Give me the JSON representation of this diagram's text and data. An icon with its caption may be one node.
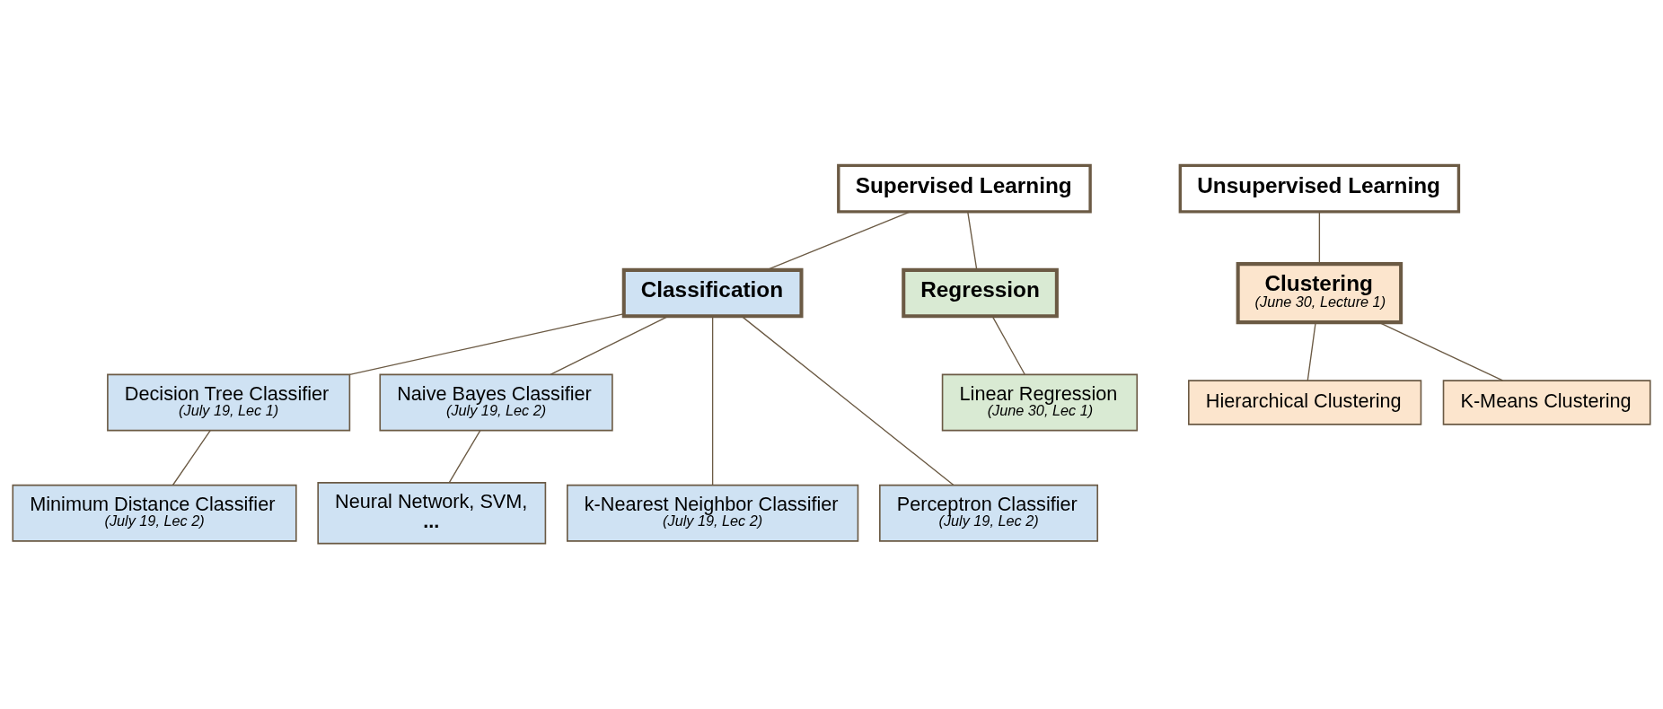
{
  "diagram": {
    "nodes": [
      {
        "text": [
          "Supervised Learning"
        ]
      },
      {
        "text": [
          "Unsupervised Learning"
        ]
      },
      {
        "text": [
          "Classification"
        ]
      },
      {
        "text": [
          "Regression"
        ]
      },
      {
        "text": [
          "Clustering",
          "(June 30, Lecture 1)"
        ]
      },
      {
        "text": [
          "Decision Tree Classifier",
          "(July 19, Lec 1)"
        ]
      },
      {
        "text": [
          "Naive Bayes Classifier",
          "(July 19, Lec 2)"
        ]
      },
      {
        "text": [
          "Linear Regression",
          "(June 30, Lec 1)"
        ]
      },
      {
        "text": [
          "Hierarchical Clustering"
        ]
      },
      {
        "text": [
          "K-Means Clustering"
        ]
      },
      {
        "text": [
          "Minimum Distance Classifier",
          "(July 19, Lec 2)"
        ]
      },
      {
        "text": [
          "k-Nearest Neighbor Classifier",
          "(July 19, Lec 2)"
        ]
      },
      {
        "text": [
          "Perceptron Classifier",
          "(July 19, Lec 2)"
        ]
      },
      {
        "text": [
          "Neural Network, SVM,",
          "..."
        ]
      }
    ],
    "edges": [
      {
        "from": 0,
        "to": 2,
        "arrow": "none"
      },
      {
        "from": 0,
        "to": 3,
        "arrow": "none"
      },
      {
        "from": 1,
        "to": 4,
        "arrow": "none"
      },
      {
        "from": 2,
        "to": 5,
        "arrow": "none"
      },
      {
        "from": 2,
        "to": 11,
        "arrow": "none"
      },
      {
        "from": 2,
        "to": 12,
        "arrow": "none"
      },
      {
        "from": 2,
        "to": 6,
        "arrow": "none"
      },
      {
        "from": 3,
        "to": 7,
        "arrow": "none"
      },
      {
        "from": 4,
        "to": 8,
        "arrow": "none"
      },
      {
        "from": 4,
        "to": 9,
        "arrow": "none"
      },
      {
        "from": 5,
        "to": 10,
        "arrow": "none"
      },
      {
        "from": 6,
        "to": 13,
        "arrow": "none"
      }
    ]
  }
}
